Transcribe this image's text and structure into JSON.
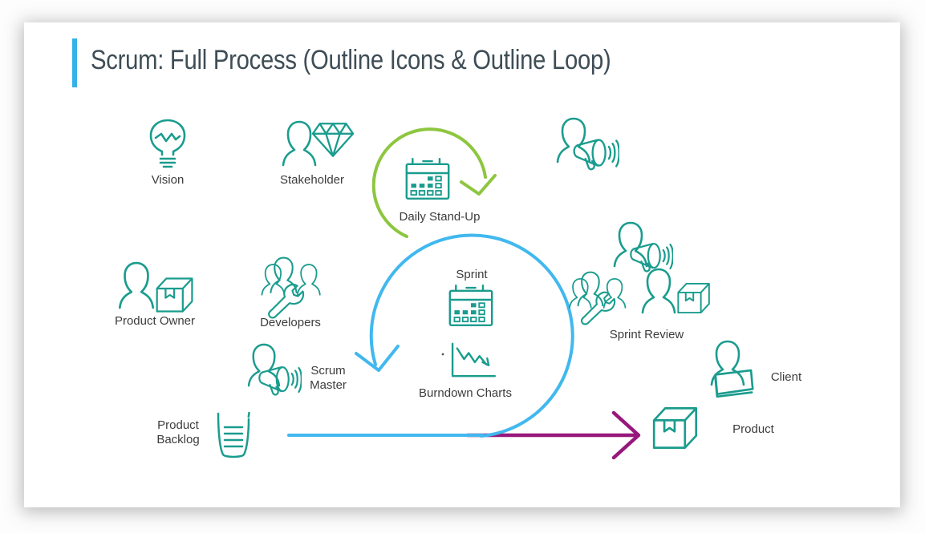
{
  "slide": {
    "title": "Scrum: Full Process (Outline Icons & Outline Loop)",
    "colors": {
      "teal": "#1a9c8e",
      "blue": "#41b8ee",
      "green": "#8dc63f",
      "purple": "#97187c",
      "title": "#3e4d56",
      "label": "#3c3c3c",
      "accent": "#35b2e8"
    }
  },
  "items": {
    "vision": {
      "label": "Vision",
      "icon": "lightbulb-icon"
    },
    "stakeholder": {
      "label": "Stakeholder",
      "icon": "person-with-diamond-icon"
    },
    "daily_standup": {
      "label": "Daily Stand-Up",
      "icon": "calendar-with-green-loop-icon"
    },
    "announcement": {
      "icon": "person-with-megaphone-icon"
    },
    "product_owner": {
      "label": "Product Owner",
      "icon": "person-with-box-icon"
    },
    "developers": {
      "label": "Developers",
      "icon": "team-with-wrench-icon"
    },
    "sprint": {
      "label": "Sprint",
      "icon": "calendar-icon"
    },
    "burndown_charts": {
      "label": "Burndown Charts",
      "icon": "descending-chart-icon"
    },
    "scrum_master": {
      "label": "Scrum Master",
      "icon": "person-with-megaphone-icon"
    },
    "sprint_review": {
      "label": "Sprint Review",
      "icon": "team-wrench-megaphone-box-icons"
    },
    "client": {
      "label": "Client",
      "icon": "person-with-document-icon"
    },
    "product_backlog": {
      "label": "Product Backlog",
      "icon": "backlog-bucket-icon"
    },
    "product": {
      "label": "Product",
      "icon": "product-box-icon"
    }
  },
  "flows": {
    "sprint_loop": "blue-circular-loop",
    "daily_loop": "green-circular-loop",
    "delivery_arrow": "purple-right-arrow",
    "backlog_line": "blue-horizontal-line"
  }
}
